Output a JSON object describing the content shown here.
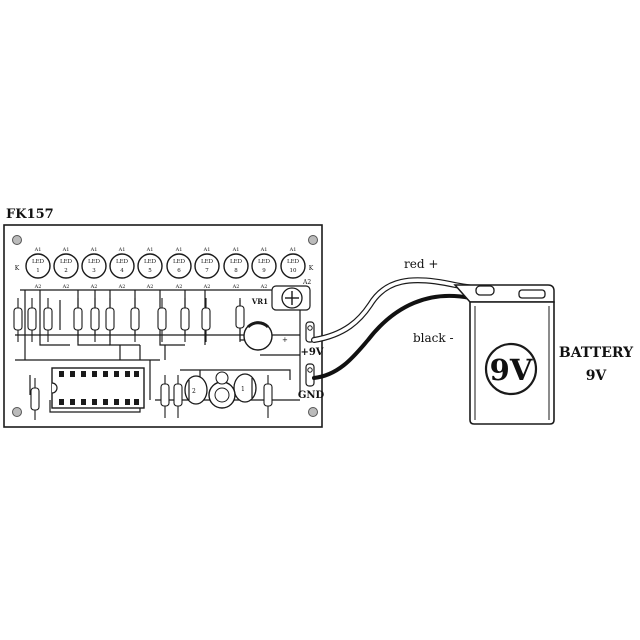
{
  "board": {
    "title": "FK157",
    "led_label": "LED",
    "led_numbers": [
      "1",
      "2",
      "3",
      "4",
      "5",
      "6",
      "7",
      "8",
      "9",
      "10"
    ],
    "anode_label": "A1",
    "anode2_label": "A2",
    "cathode_label": "K",
    "vref_label": "VR1",
    "pot_label": "A2",
    "plus9v_label": "+9V",
    "gnd_label": "GND",
    "ic_label": "1",
    "transistor_labels": [
      "2",
      "1"
    ]
  },
  "wires": {
    "red_label": "red +",
    "black_label": "black -"
  },
  "battery": {
    "voltage_text": "9V",
    "label_line1": "BATTERY",
    "label_line2": "9V"
  },
  "colors": {
    "ink": "#1a1a1a",
    "board_fill": "#ffffff",
    "battery_fill": "#ffffff"
  }
}
